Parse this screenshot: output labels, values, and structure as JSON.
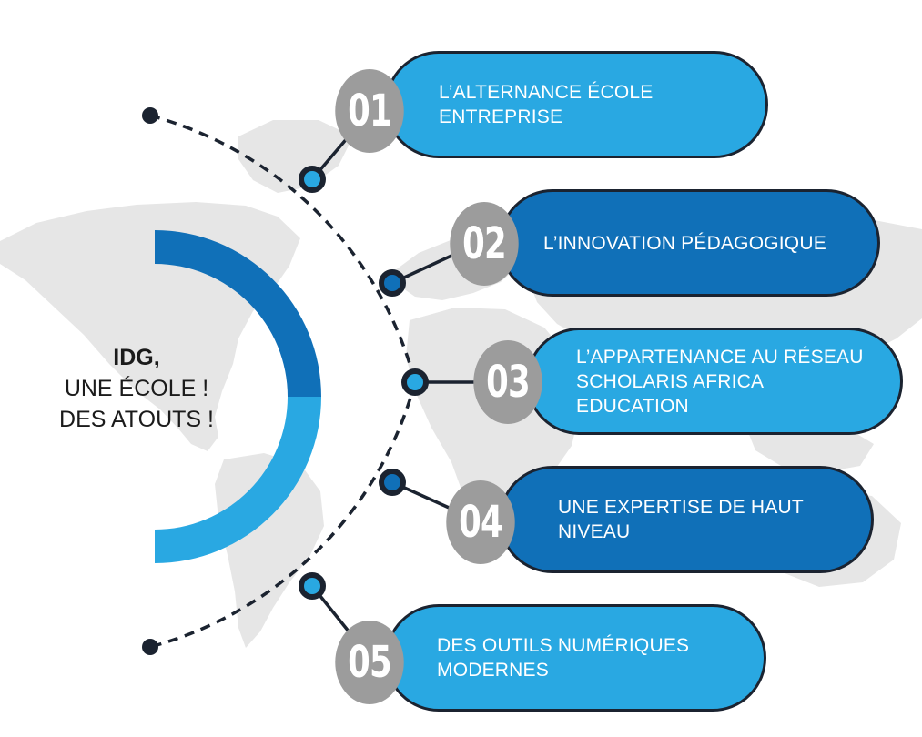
{
  "title": {
    "brand": "IDG,",
    "line1": "UNE ÉCOLE !",
    "line2": "DES ATOUTS !"
  },
  "colors": {
    "light_blue": "#29a8e2",
    "dark_blue": "#1070b8",
    "gray": "#9c9c9c",
    "outline": "#1b2330",
    "map": "#e6e6e6"
  },
  "items": [
    {
      "number": "01",
      "text": "L’ALTERNANCE ÉCOLE ENTREPRISE",
      "color": "light_blue"
    },
    {
      "number": "02",
      "text": "L’INNOVATION PÉDAGOGIQUE",
      "color": "dark_blue"
    },
    {
      "number": "03",
      "text": "L’APPARTENANCE AU RÉSEAU SCHOLARIS AFRICA EDUCATION",
      "color": "light_blue"
    },
    {
      "number": "04",
      "text": "UNE EXPERTISE DE HAUT NIVEAU",
      "color": "dark_blue"
    },
    {
      "number": "05",
      "text": "DES OUTILS NUMÉRIQUES MODERNES",
      "color": "light_blue"
    }
  ]
}
